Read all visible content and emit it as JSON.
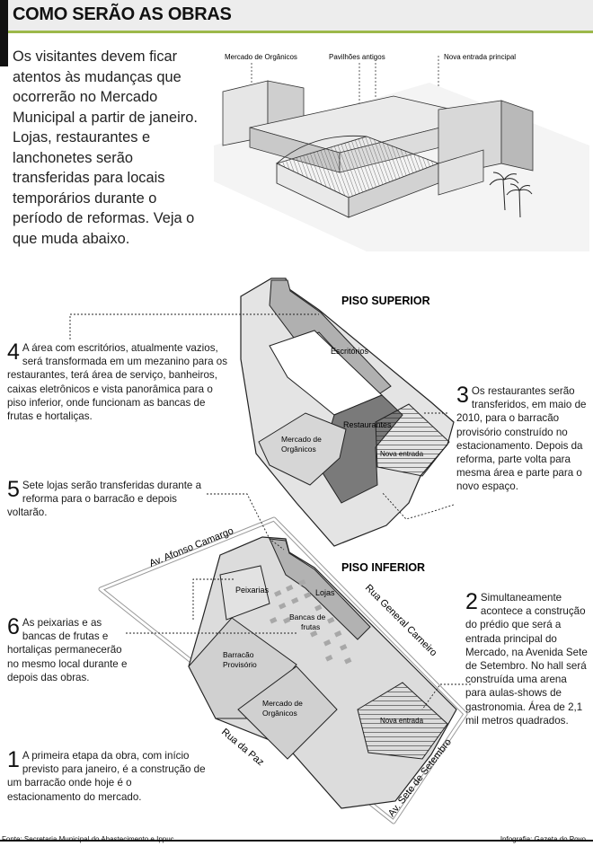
{
  "header": {
    "title": "COMO SERÃO AS OBRAS"
  },
  "intro": "Os visitantes devem ficar atentos às mudanças que ocorrerão no Mercado Municipal a partir de janeiro. Lojas, restaurantes e lanchonetes serão transferidas para locais temporários durante o período de reformas. Veja o que muda abaixo.",
  "illustration_labels": {
    "organicos": "Mercado de Orgânicos",
    "pavilhoes": "Pavilhões antigos",
    "nova_entrada": "Nova entrada principal"
  },
  "upper_floor": {
    "title": "PISO SUPERIOR",
    "areas": {
      "escritorios": "Escritórios",
      "restaurantes": "Restaurantes",
      "nova_entrada": "Nova entrada",
      "organicos_l1": "Mercado de",
      "organicos_l2": "Orgânicos"
    }
  },
  "lower_floor": {
    "title": "PISO INFERIOR",
    "areas": {
      "peixarias": "Peixarias",
      "lojas": "Lojas",
      "bancas_l1": "Bancas de",
      "bancas_l2": "frutas",
      "barracao_l1": "Barracão",
      "barracao_l2": "Provisório",
      "organicos_l1": "Mercado de",
      "organicos_l2": "Orgânicos",
      "nova_entrada": "Nova entrada"
    }
  },
  "streets": {
    "afonso": "Av. Afonso Camargo",
    "general": "Rua General Carneiro",
    "paz": "Rua da Paz",
    "sete": "Av. Sete de Setembro"
  },
  "notes": [
    {
      "num": "1",
      "text": "A primeira etapa da obra, com início previsto para janeiro, é a construção de um barracão onde hoje é o estacionamento do mercado."
    },
    {
      "num": "2",
      "text": "Simultaneamente acontece a construção do prédio que será a entrada principal do Mercado, na Avenida Sete de Setembro. No hall será construída uma arena para aulas-shows de gastronomia. Área de 2,1 mil metros quadrados."
    },
    {
      "num": "3",
      "text": "Os restaurantes serão transferidos, em maio de 2010, para o barracão provisório construído no estacionamento. Depois da reforma, parte volta para mesma área e parte para o novo espaço."
    },
    {
      "num": "4",
      "text": "A área com escritórios, atualmente vazios, será transformada em um mezanino para os restaurantes, terá área de serviço, banheiros, caixas eletrônicos e vista panorâmica para o piso inferior, onde funcionam as bancas de frutas e hortaliças."
    },
    {
      "num": "5",
      "text": "Sete lojas serão transferidas durante a reforma para o barracão e depois voltarão."
    },
    {
      "num": "6",
      "text": "As peixarias e as bancas de frutas e hortaliças permanecerão no mesmo local durante e depois das obras."
    }
  ],
  "footer": {
    "source": "Fonte: Secretaria Municipal do Abastecimento e Ippuc.",
    "credit": "Infografia: Gazeta do Povo"
  }
}
